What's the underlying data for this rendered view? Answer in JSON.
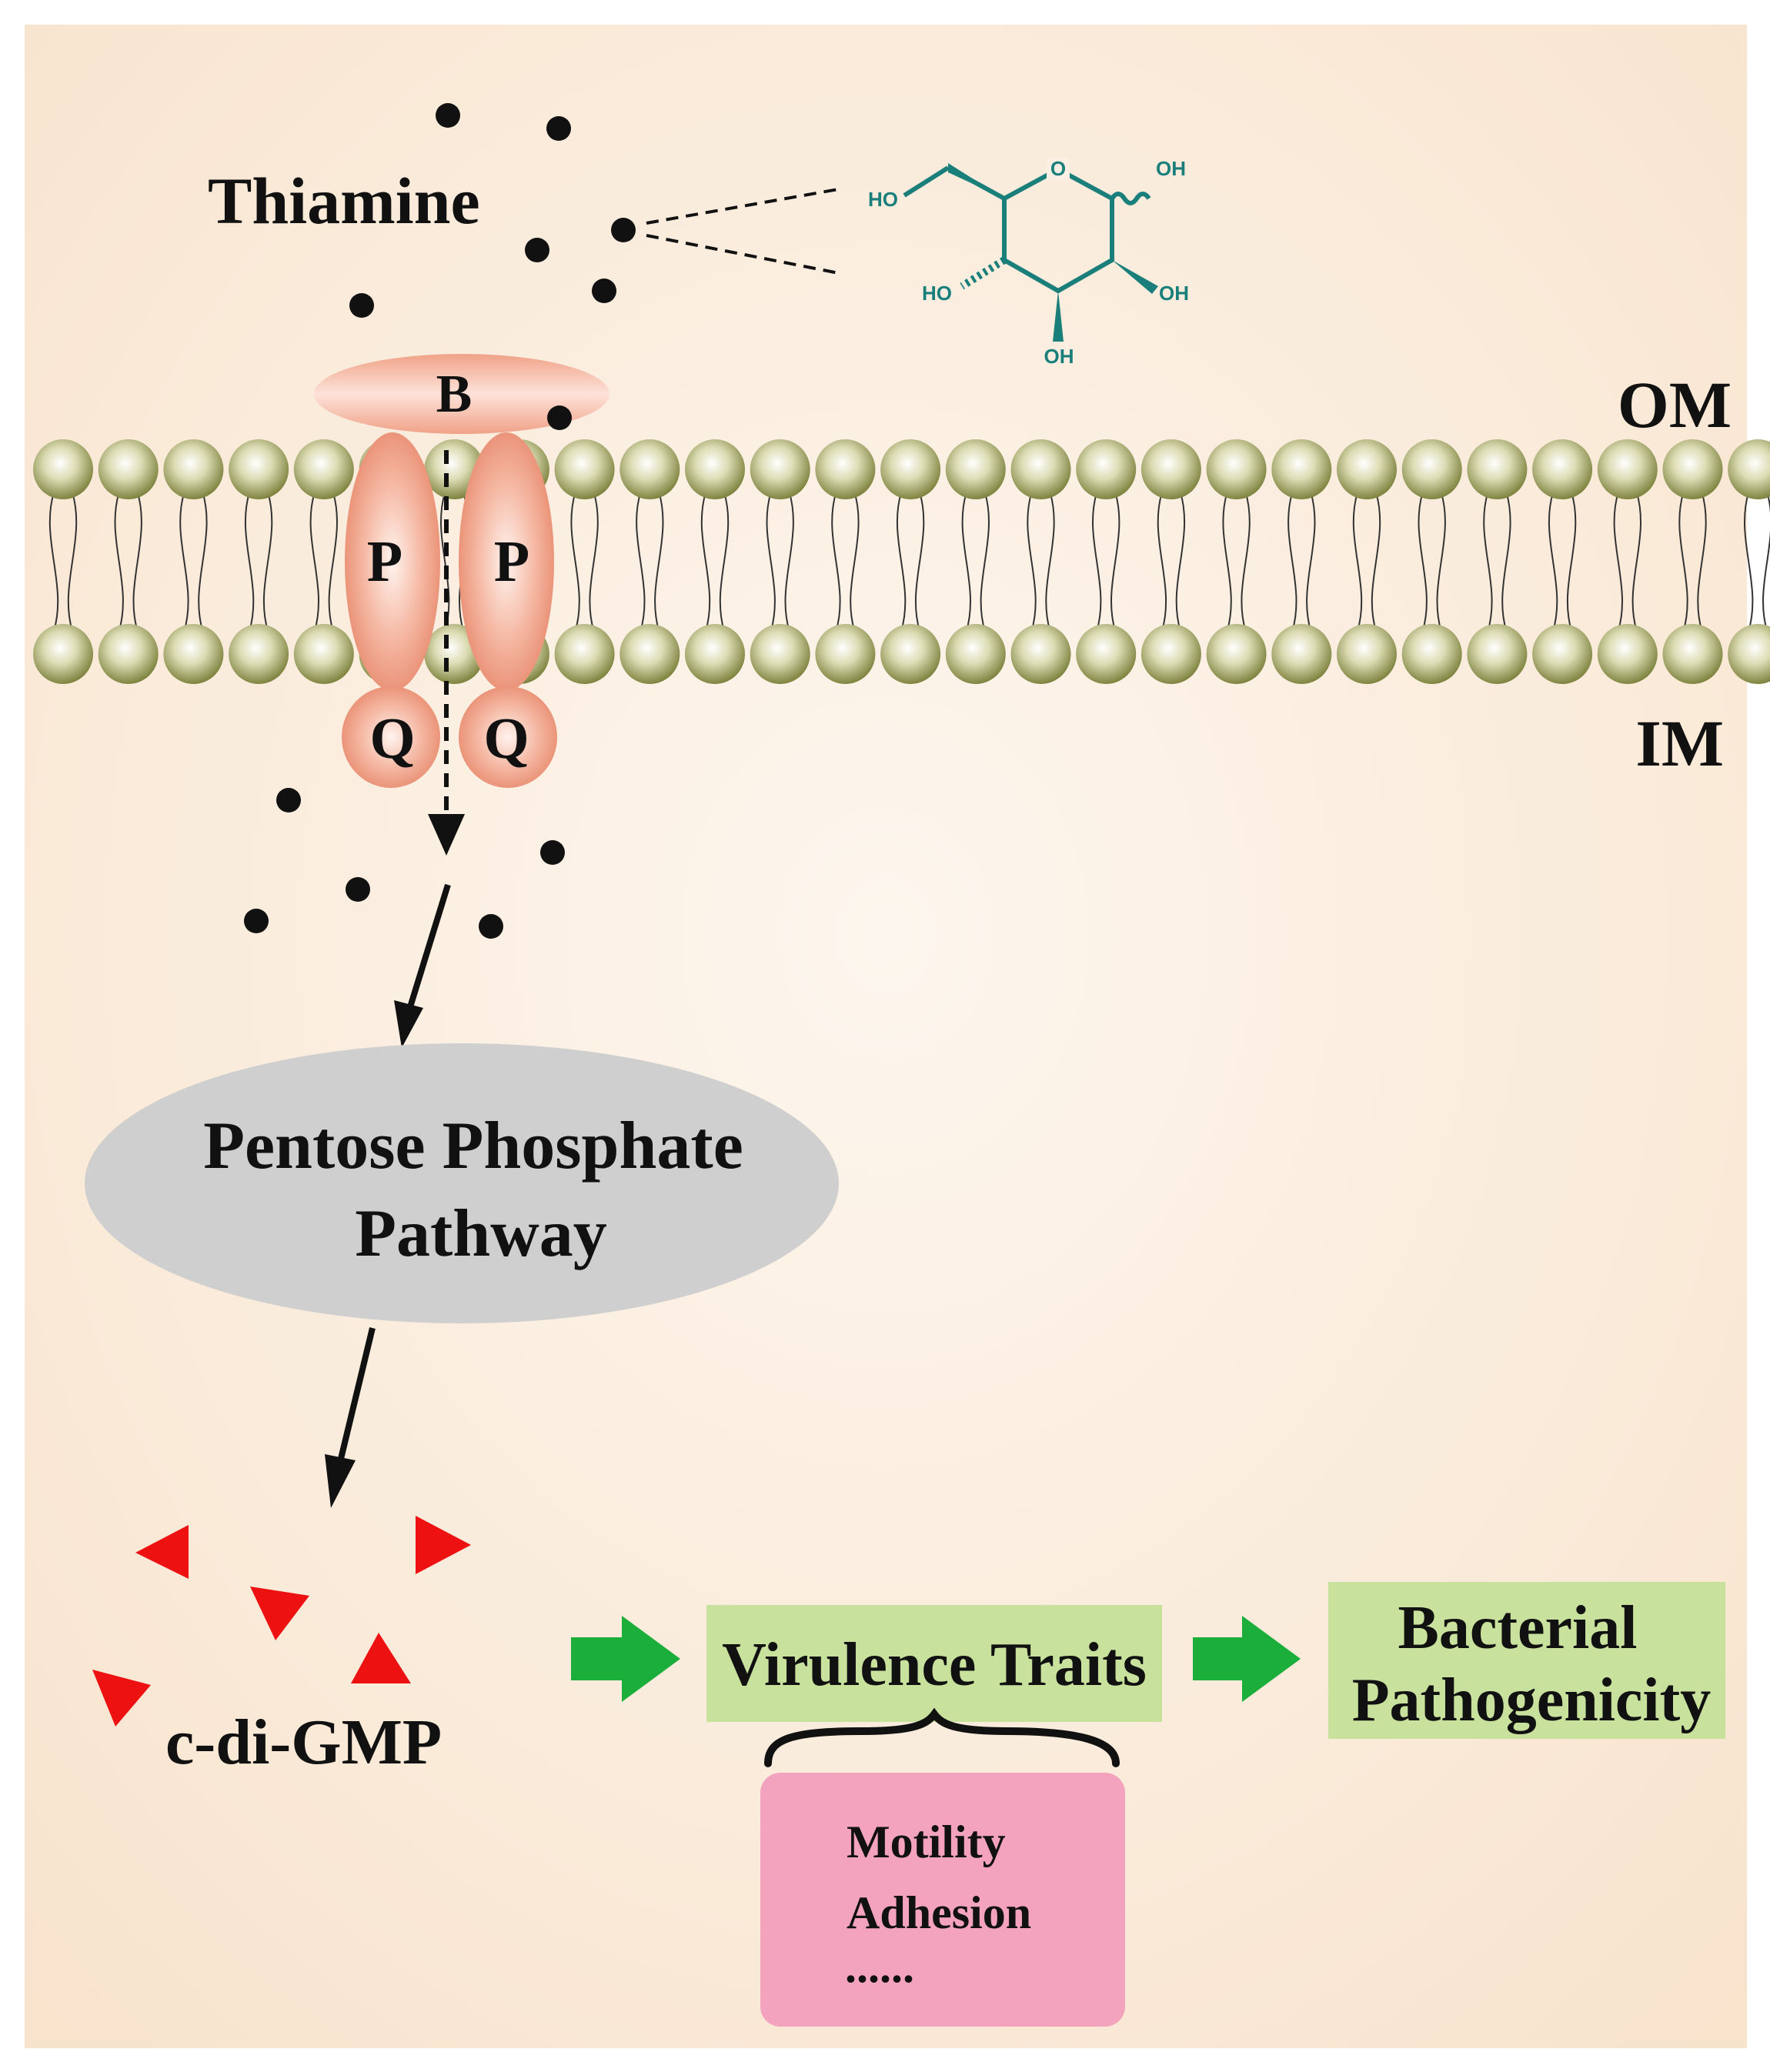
{
  "labels": {
    "thiamine": "Thiamine",
    "om": "OM",
    "im": "IM",
    "transporter_b": "B",
    "transporter_p_left": "P",
    "transporter_p_right": "P",
    "transporter_q_left": "Q",
    "transporter_q_right": "Q",
    "ppp_line1": "Pentose Phosphate",
    "ppp_line2": "Pathway",
    "cdigmp": "c-di-GMP",
    "virulence_traits": "Virulence Traits",
    "pathogenicity_line1": "Bacterial",
    "pathogenicity_line2": "Pathogenicity",
    "trait_1": "Motility",
    "trait_2": "Adhesion",
    "trait_more": "......"
  },
  "chemical": {
    "ring_oxygen": "O",
    "hydroxyl_ch2": "HO",
    "hydroxyl_anomeric": "OH",
    "hydroxyl_c4": "HO",
    "hydroxyl_c3": "OH",
    "hydroxyl_c2": "OH"
  },
  "colors": {
    "background": "#fbeee0",
    "lipid_head": "#8f9452",
    "transporter": "#ef9f86",
    "ppp_ellipse": "#cfcfcf",
    "trait_box": "#c8e19c",
    "trait_list_box": "#f4a3bf",
    "green_arrow": "#1cae3a",
    "red_triangle": "#ee1111",
    "chem_teal": "#1a7f7a"
  },
  "icons": {
    "thiamine_molecule": "black-dot",
    "cdigmp_molecule": "red-triangle"
  }
}
